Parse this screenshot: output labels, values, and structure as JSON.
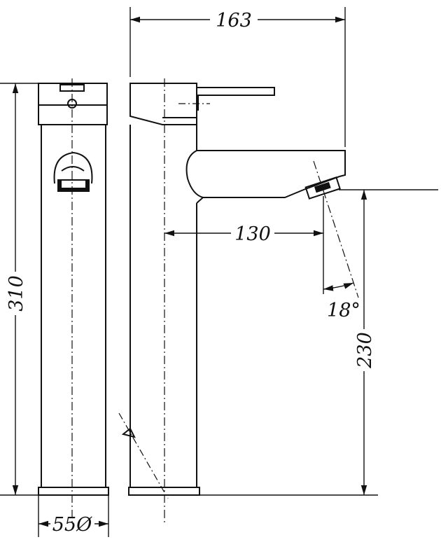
{
  "drawing": {
    "line_color": "#111111",
    "background": "#ffffff",
    "dimensions": {
      "overall_width": "163",
      "overall_height": "310",
      "spout_reach": "130",
      "spout_angle": "18°",
      "spout_height": "230",
      "base_diameter": "55Ø"
    }
  }
}
